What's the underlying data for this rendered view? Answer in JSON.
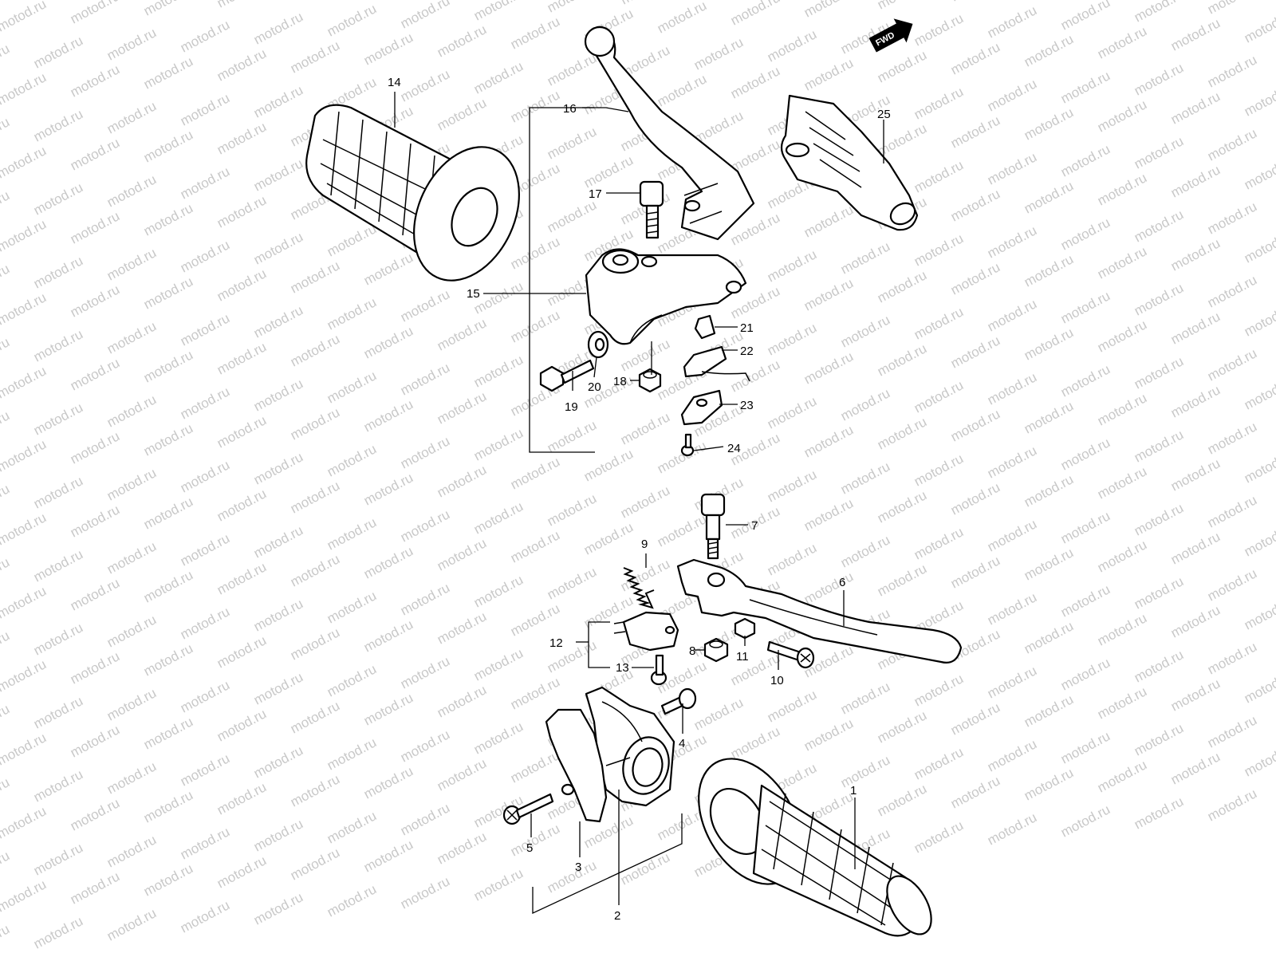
{
  "watermark": "motod.ru",
  "fwd_label": "FWD",
  "callouts": {
    "p1": "1",
    "p2": "2",
    "p3": "3",
    "p4": "4",
    "p5": "5",
    "p6": "6",
    "p7": "7",
    "p8": "8",
    "p9": "9",
    "p10": "10",
    "p11": "11",
    "p12": "12",
    "p13": "13",
    "p14": "14",
    "p15": "15",
    "p16": "16",
    "p17": "17",
    "p18": "18",
    "p19": "19",
    "p20": "20",
    "p21": "21",
    "p22": "22",
    "p23": "23",
    "p24": "24",
    "p25": "25"
  }
}
